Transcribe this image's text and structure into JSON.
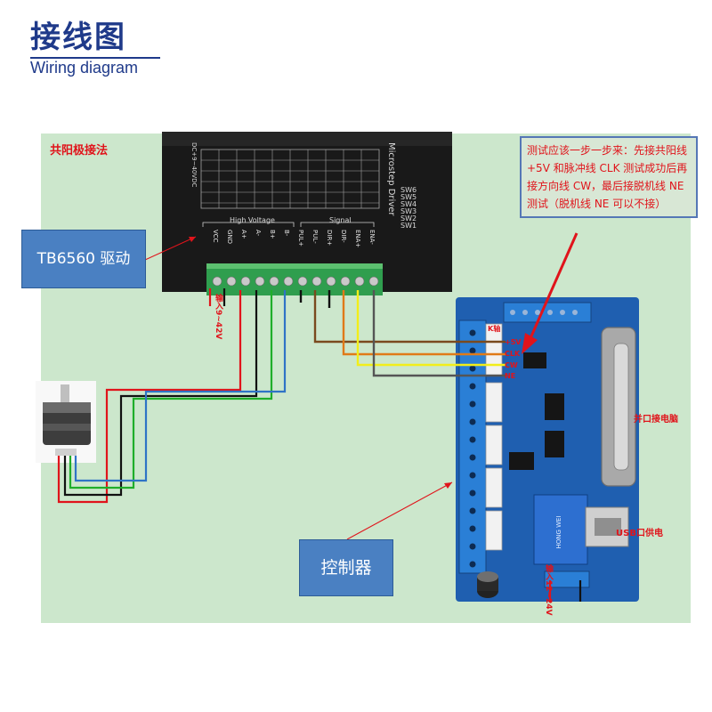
{
  "header": {
    "title": "接线图",
    "subtitle": "Wiring diagram"
  },
  "diagram": {
    "method_label": "共阳极接法",
    "driver_callout": "TB6560 驱动",
    "controller_callout": "控制器",
    "note": "测试应该一步一步来：先接共阳线+5V 和脉冲线 CLK 测试成功后再接方向线 CW，最后接脱机线 NE 测试（脱机线 NE 可以不接）",
    "parallel_port_label": "并口接电脑",
    "usb_label": "USB口供电",
    "driver_input_label": "输入9~42V",
    "controller_input_label": "输入12~24V",
    "signal_labels": {
      "k": "K轴",
      "plus5v": "+5V",
      "clk": "CLK",
      "cw": "CW",
      "ne": "NE"
    }
  },
  "driver_panel": {
    "model_text": "Microstep Driver",
    "high_voltage": "High Voltage",
    "signal": "Signal",
    "dc_range": "DC+9~40VDC",
    "switches": [
      "SW6",
      "SW5",
      "SW4",
      "SW3",
      "SW2",
      "SW1"
    ],
    "pins": [
      "VCC",
      "GND",
      "A+",
      "A-",
      "B+",
      "B-",
      "PUL+",
      "PUL-",
      "DIR+",
      "DIR-",
      "ENA+",
      "ENA-"
    ]
  },
  "relay_text": "HONG WEI",
  "colors": {
    "title": "#1f3a8a",
    "panel": "#cce7cc",
    "callout": "#4a80c2",
    "note_text": "#e0141b",
    "wire_red": "#e0141b",
    "wire_black": "#111111",
    "wire_green": "#1fae2a",
    "wire_blue": "#2f74c6",
    "wire_brown": "#7a4a1e",
    "wire_orange": "#e07a18",
    "wire_yellow": "#f2ee1a",
    "wire_gray": "#555555",
    "pcb": "#1f5fb0",
    "terminal_green": "#2f9e4e"
  },
  "icons": [
    "stepper-motor-icon",
    "db25-connector-icon",
    "usb-port-icon",
    "relay-icon",
    "capacitor-icon",
    "arrow-icon"
  ]
}
